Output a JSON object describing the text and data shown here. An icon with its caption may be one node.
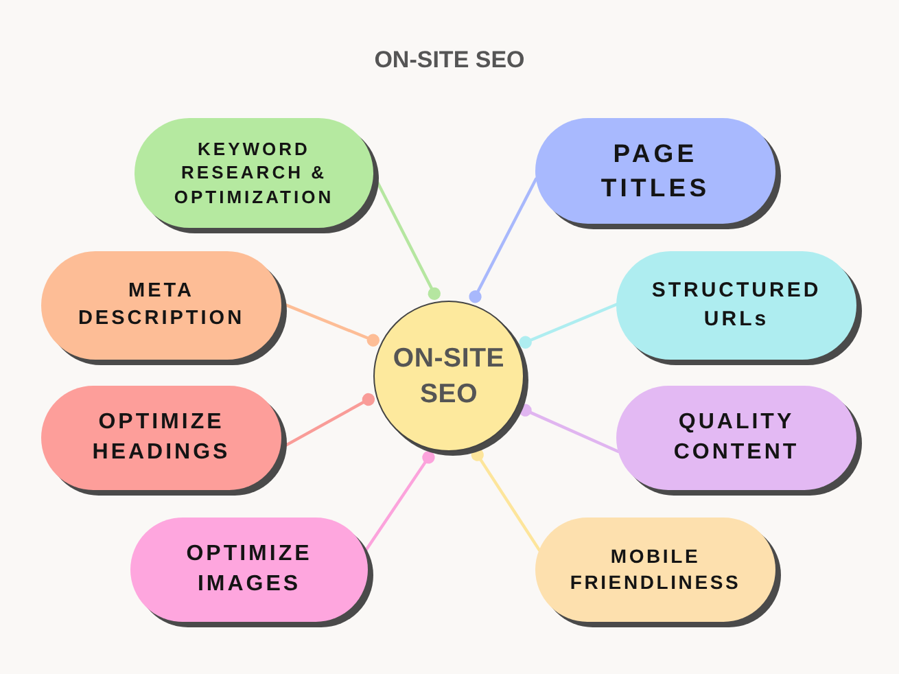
{
  "diagram": {
    "title": "ON-SITE SEO",
    "nodes": [
      {
        "text": [
          "KEYWORD RESEARCH & OPTIMIZATION"
        ]
      },
      {
        "text": [
          "PAGE TITLES"
        ]
      },
      {
        "text": [
          "META DESCRIPTION"
        ]
      },
      {
        "text": [
          "STRUCTURED URLs"
        ]
      },
      {
        "text": [
          "ON-SITE SEO"
        ]
      },
      {
        "text": [
          "OPTIMIZE HEADINGS"
        ]
      },
      {
        "text": [
          "QUALITY CONTENT"
        ]
      },
      {
        "text": [
          "OPTIMIZE IMAGES"
        ]
      },
      {
        "text": [
          "MOBILE FRIENDLINESS"
        ]
      }
    ],
    "edges": [
      {
        "from": 0,
        "to": 4,
        "arrow": "other",
        "color": "#b5e6a0"
      },
      {
        "from": 1,
        "to": 4,
        "arrow": "other",
        "color": "#a8b8fc"
      },
      {
        "from": 2,
        "to": 4,
        "arrow": "other",
        "color": "#fdbd96"
      },
      {
        "from": 3,
        "to": 4,
        "arrow": "other",
        "color": "#aeedf0"
      },
      {
        "from": 5,
        "to": 4,
        "arrow": "other",
        "color": "#f99c98"
      },
      {
        "from": 6,
        "to": 4,
        "arrow": "other",
        "color": "#e0b5f0"
      },
      {
        "from": 7,
        "to": 4,
        "arrow": "other",
        "color": "#fca3dc"
      },
      {
        "from": 8,
        "to": 4,
        "arrow": "other",
        "color": "#fde59b"
      }
    ]
  }
}
